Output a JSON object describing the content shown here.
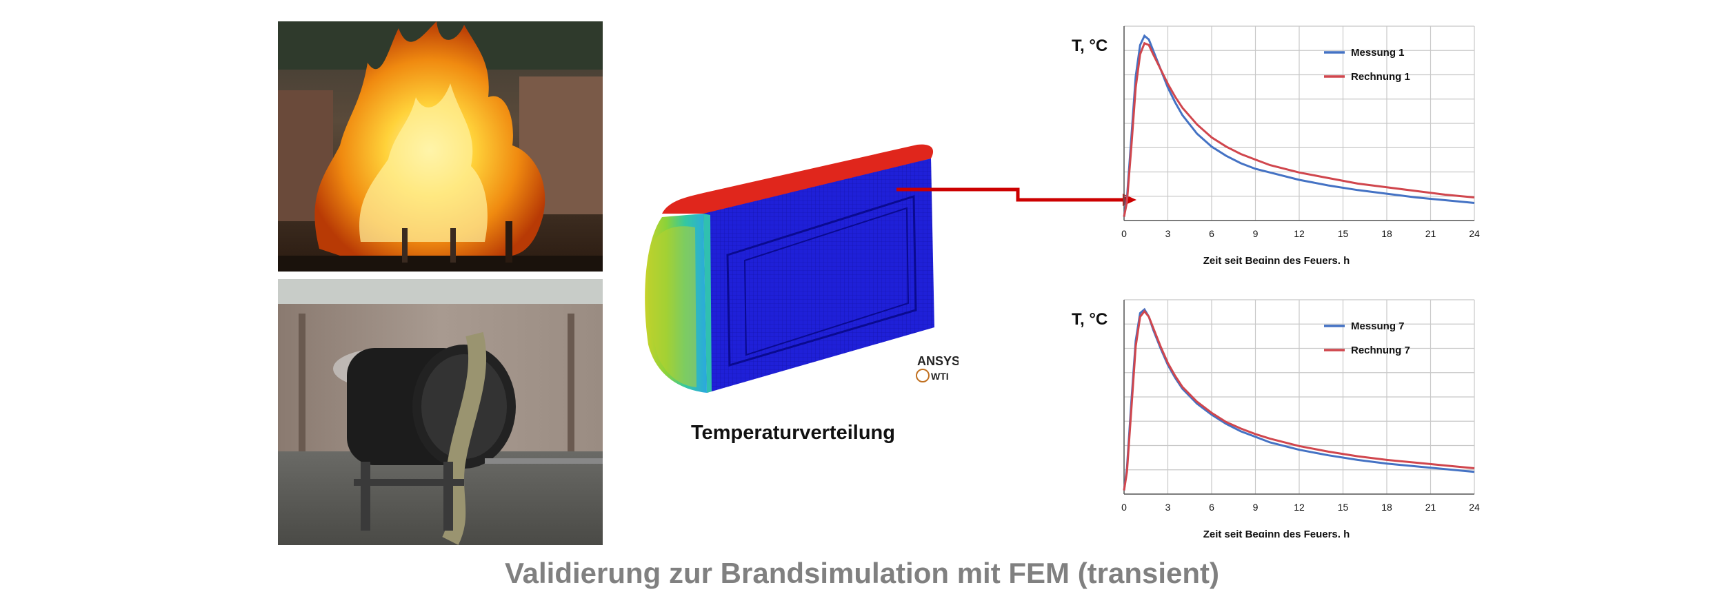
{
  "captions": {
    "fem": "Temperaturverteilung",
    "footer": "Validierung zur Brandsimulation mit FEM (transient)"
  },
  "logo": {
    "brand": "ANSYS",
    "sub": "WTI"
  },
  "colors": {
    "measurement": "#4472c4",
    "calculation": "#d0464d",
    "arrow": "#cc0000",
    "fem_hot": "#e0261c",
    "fem_cold": "#1f20d8",
    "footer": "#808080"
  },
  "chart_data": [
    {
      "type": "line",
      "ylabel": "T, °C",
      "xlabel": "Zeit seit Beginn des Feuers, h",
      "xlim": [
        0,
        24
      ],
      "xticks": [
        "0",
        "3",
        "6",
        "9",
        "12",
        "15",
        "18",
        "21",
        "24"
      ],
      "ylim": [
        0,
        1
      ],
      "grid": true,
      "legend": "top-right",
      "series": [
        {
          "name": "Messung 1",
          "color": "#4472c4",
          "x": [
            0,
            0.2,
            0.5,
            0.8,
            1.1,
            1.4,
            1.7,
            2.0,
            2.5,
            3,
            3.5,
            4,
            5,
            6,
            7,
            8,
            9,
            10,
            12,
            14,
            16,
            18,
            20,
            22,
            24
          ],
          "y": [
            0.02,
            0.12,
            0.45,
            0.78,
            0.95,
            1.0,
            0.98,
            0.92,
            0.82,
            0.72,
            0.64,
            0.57,
            0.47,
            0.4,
            0.35,
            0.31,
            0.28,
            0.26,
            0.22,
            0.19,
            0.165,
            0.145,
            0.125,
            0.11,
            0.095
          ]
        },
        {
          "name": "Rechnung 1",
          "color": "#d0464d",
          "x": [
            0,
            0.2,
            0.5,
            0.8,
            1.1,
            1.4,
            1.7,
            2.0,
            2.5,
            3,
            3.5,
            4,
            5,
            6,
            7,
            8,
            9,
            10,
            12,
            14,
            16,
            18,
            20,
            22,
            24
          ],
          "y": [
            0.02,
            0.1,
            0.4,
            0.72,
            0.9,
            0.96,
            0.95,
            0.9,
            0.82,
            0.74,
            0.67,
            0.61,
            0.52,
            0.45,
            0.4,
            0.36,
            0.33,
            0.3,
            0.26,
            0.23,
            0.2,
            0.18,
            0.16,
            0.14,
            0.125
          ]
        }
      ]
    },
    {
      "type": "line",
      "ylabel": "T, °C",
      "xlabel": "Zeit seit Beginn des Feuers, h",
      "xlim": [
        0,
        24
      ],
      "xticks": [
        "0",
        "3",
        "6",
        "9",
        "12",
        "15",
        "18",
        "21",
        "24"
      ],
      "ylim": [
        0,
        1
      ],
      "grid": true,
      "legend": "top-right",
      "series": [
        {
          "name": "Messung 7",
          "color": "#4472c4",
          "x": [
            0,
            0.2,
            0.5,
            0.8,
            1.1,
            1.4,
            1.7,
            2.0,
            2.5,
            3,
            3.5,
            4,
            5,
            6,
            7,
            8,
            9,
            10,
            12,
            14,
            16,
            18,
            20,
            22,
            24
          ],
          "y": [
            0.02,
            0.14,
            0.5,
            0.83,
            0.98,
            1.0,
            0.96,
            0.89,
            0.79,
            0.7,
            0.63,
            0.57,
            0.49,
            0.43,
            0.38,
            0.34,
            0.31,
            0.28,
            0.24,
            0.21,
            0.185,
            0.165,
            0.15,
            0.135,
            0.12
          ]
        },
        {
          "name": "Rechnung 7",
          "color": "#d0464d",
          "x": [
            0,
            0.2,
            0.5,
            0.8,
            1.1,
            1.4,
            1.7,
            2.0,
            2.5,
            3,
            3.5,
            4,
            5,
            6,
            7,
            8,
            9,
            10,
            12,
            14,
            16,
            18,
            20,
            22,
            24
          ],
          "y": [
            0.02,
            0.12,
            0.46,
            0.8,
            0.96,
            0.99,
            0.96,
            0.9,
            0.8,
            0.71,
            0.64,
            0.58,
            0.5,
            0.44,
            0.39,
            0.355,
            0.325,
            0.3,
            0.26,
            0.23,
            0.205,
            0.185,
            0.17,
            0.155,
            0.14
          ]
        }
      ]
    }
  ]
}
